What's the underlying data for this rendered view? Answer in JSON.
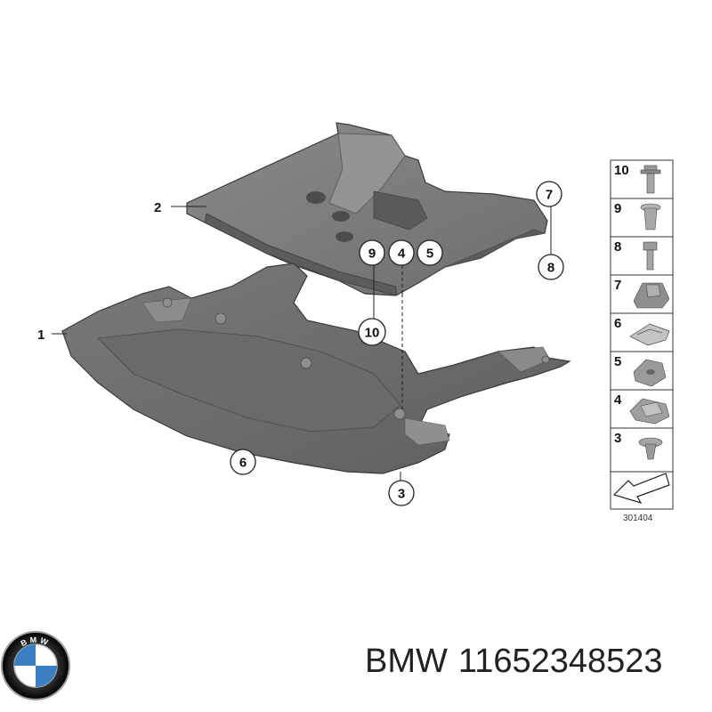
{
  "diagram": {
    "callouts": {
      "c1": "1",
      "c2": "2",
      "c3": "3",
      "c4": "4",
      "c5": "5",
      "c6": "6",
      "c7": "7",
      "c8": "8",
      "c9": "9",
      "c10": "10"
    },
    "legend": {
      "items": [
        "10",
        "9",
        "8",
        "7",
        "6",
        "5",
        "4",
        "3"
      ]
    },
    "reference_code": "301404"
  },
  "footer": {
    "brand": "BMW",
    "part_number": "11652348523",
    "logo_text": "BMW"
  }
}
